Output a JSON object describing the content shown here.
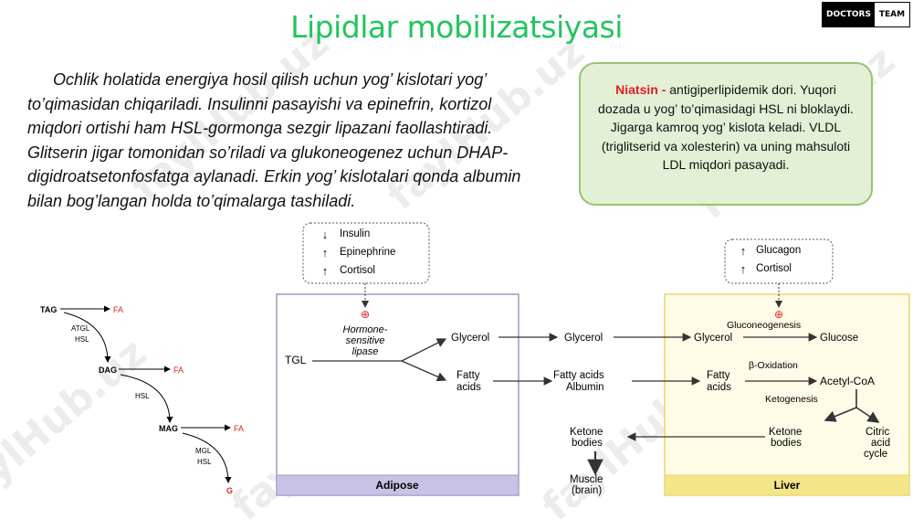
{
  "title": "Lipidlar mobilizatsiyasi",
  "logo": {
    "left": "DOCTORS",
    "right": "TEAM"
  },
  "paragraph": "Ochlik holatida energiya hosil qilish uchun yog’ kislotari yog’ to’qimasidan chiqariladi. Insulinni pasayishi va epinefrin, kortizol miqdori ortishi ham HSL-gormonga sezgir lipazani faollashtiradi. Glitserin jigar tomonidan so’riladi va glukoneogenez uchun DHAP-digidroatsetonfosfatga aylanadi. Erkin yog’ kislotalari qonda albumin bilan bog’langan holda to’qimalarga tashiladi.",
  "note": {
    "keyword": "Niatsin -",
    "text": " antigiperlipidemik dori. Yuqori dozada u yog’ to’qimasidagi HSL ni bloklaydi. Jigarga kamroq yog’ kislota keladi. VLDL (triglitserid va xolesterin) va uning mahsuloti LDL miqdori pasayadi."
  },
  "watermark": "faylHub.uz",
  "left_diagram": {
    "tag": "TAG",
    "dag": "DAG",
    "mag": "MAG",
    "fa": "FA",
    "g": "G",
    "atgl": "ATGL",
    "hsl": "HSL",
    "mgl": "MGL",
    "colors": {
      "product": "#e02020"
    }
  },
  "main_diagram": {
    "hormones_left": [
      {
        "direction": "down",
        "label": "Insulin"
      },
      {
        "direction": "up",
        "label": "Epinephrine"
      },
      {
        "direction": "up",
        "label": "Cortisol"
      }
    ],
    "hormones_right": [
      {
        "direction": "up",
        "label": "Glucagon"
      },
      {
        "direction": "up",
        "label": "Cortisol"
      }
    ],
    "plus": "⊕",
    "enzyme_lines": [
      "Hormone-",
      "sensitive",
      "lipase"
    ],
    "tgl": "TGL",
    "glycerol": "Glycerol",
    "fatty_lines": [
      "Fatty",
      "acids"
    ],
    "blood_fa": "Fatty acids",
    "albumin": "Albumin",
    "gluconeogenesis": "Gluconeogenesis",
    "glucose": "Glucose",
    "beta_ox": "β-Oxidation",
    "acetyl": "Acetyl-CoA",
    "ketogenesis": "Ketogenesis",
    "ketone_lines": [
      "Ketone",
      "bodies"
    ],
    "citric_lines": [
      "Citric",
      "acid",
      "cycle"
    ],
    "muscle_lines": [
      "Muscle",
      "(brain)"
    ],
    "adipose": "Adipose",
    "liver": "Liver",
    "colors": {
      "adipose_fill": "#ffffff",
      "adipose_border": "#9a9ac8",
      "adipose_bar": "#c8c3e6",
      "liver_fill": "#fffbe6",
      "liver_border": "#e8d56a",
      "liver_bar": "#f5e58a"
    }
  }
}
